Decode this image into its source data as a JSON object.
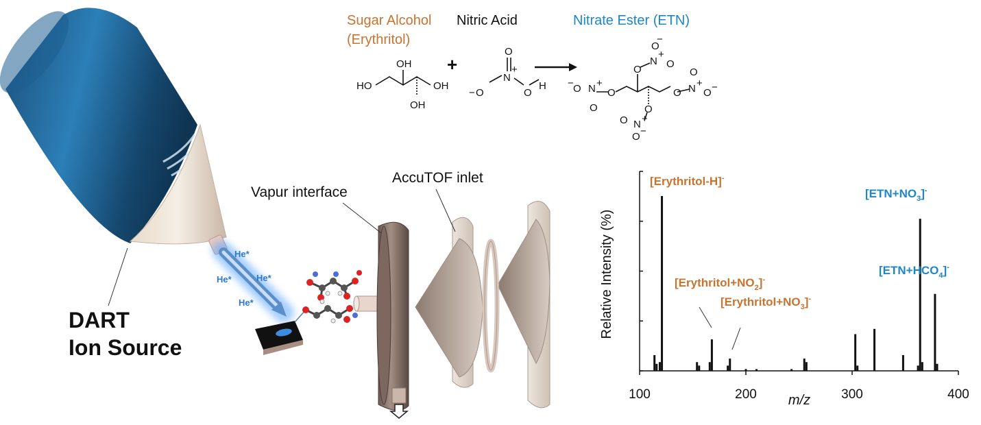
{
  "reaction": {
    "reactant1_line1": "Sugar Alcohol",
    "reactant1_line2": "(Erythritol)",
    "reactant2": "Nitric Acid",
    "product": "Nitrate Ester (ETN)",
    "plus": "+",
    "atoms": {
      "oh": "OH",
      "ho": "HO",
      "o": "O",
      "n": "N",
      "h": "H",
      "minus": "−",
      "plus_sup": "+"
    }
  },
  "labels": {
    "dart_line1": "DART",
    "dart_line2": "Ion Source",
    "vapur": "Vapur interface",
    "accutof": "AccuTOF inlet",
    "he": "He*"
  },
  "colors": {
    "orange": "#c8732e",
    "blue": "#1d86c9",
    "source_blue": "#1e5f8f"
  },
  "chart_data": {
    "type": "bar",
    "title": "",
    "xlabel": "m/z",
    "ylabel": "Relative Intensity (%)",
    "xlim": [
      100,
      400
    ],
    "ylim": [
      0,
      100
    ],
    "xticks": [
      "100",
      "200",
      "300",
      "400"
    ],
    "x": [
      114,
      116,
      119,
      121,
      154,
      156,
      166,
      168,
      183,
      185,
      200,
      210,
      243,
      255,
      257,
      303,
      305,
      321,
      348,
      362,
      364,
      366,
      378,
      380
    ],
    "values": [
      9,
      4,
      5,
      100,
      5,
      3,
      5,
      18,
      3,
      7,
      1,
      1,
      1,
      7,
      5,
      21,
      3,
      24,
      9,
      3,
      87,
      5,
      44,
      4
    ],
    "annotations": [
      {
        "text_main": "[Erythritol-H]",
        "sub": "",
        "tail": "",
        "sup": "-",
        "color": "orange"
      },
      {
        "text_main": "[Erythritol+NO",
        "sub": "2",
        "tail": "]",
        "sup": "-",
        "color": "orange"
      },
      {
        "text_main": "[Erythritol+NO",
        "sub": "3",
        "tail": "]",
        "sup": "-",
        "color": "orange"
      },
      {
        "text_main": "[ETN+NO",
        "sub": "3",
        "tail": "]",
        "sup": "-",
        "color": "blue"
      },
      {
        "text_main": "[ETN+HCO",
        "sub": "4",
        "tail": "]",
        "sup": "-",
        "color": "blue"
      }
    ]
  }
}
